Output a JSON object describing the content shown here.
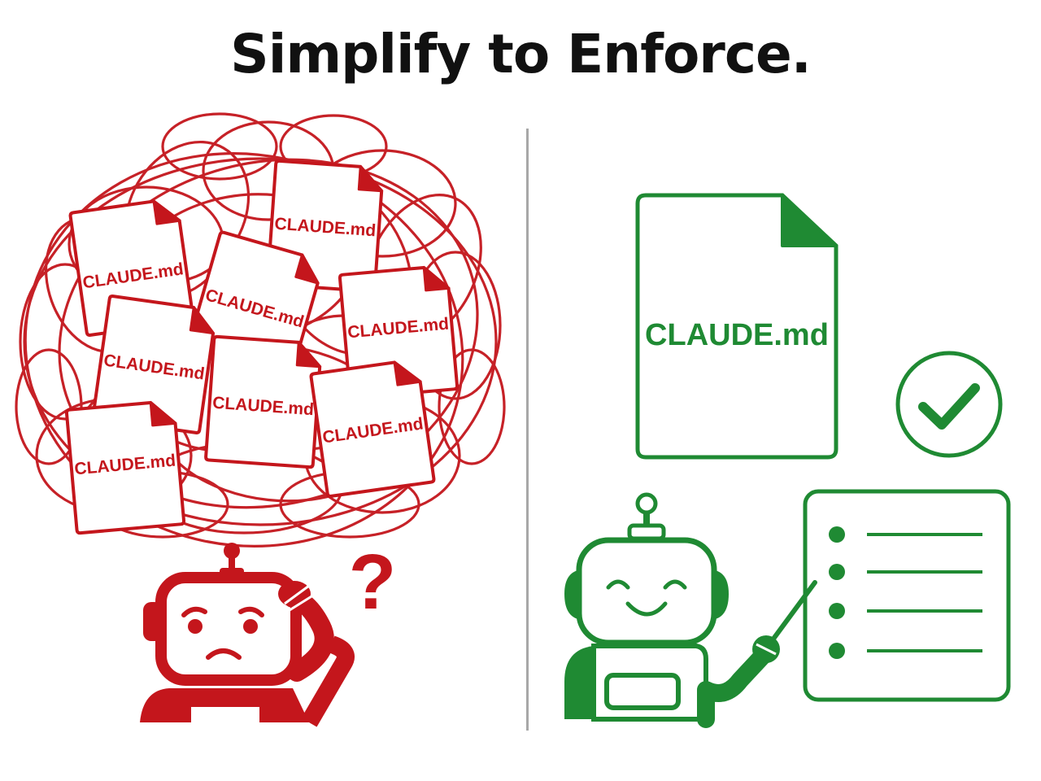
{
  "title": "Simplify to Enforce.",
  "left_panel": {
    "file_label": "CLAUDE.md",
    "question_mark": "?"
  },
  "right_panel": {
    "file_label": "CLAUDE.md"
  },
  "colors": {
    "chaos_red": "#c4161c",
    "order_green": "#1f8a33",
    "title": "#111111",
    "divider": "#a8a8a8"
  },
  "icons": [
    "tangle-icon",
    "file-icon",
    "confused-robot-icon",
    "question-mark-icon",
    "happy-robot-icon",
    "checkmark-icon",
    "checklist-board-icon",
    "pointer-icon"
  ]
}
